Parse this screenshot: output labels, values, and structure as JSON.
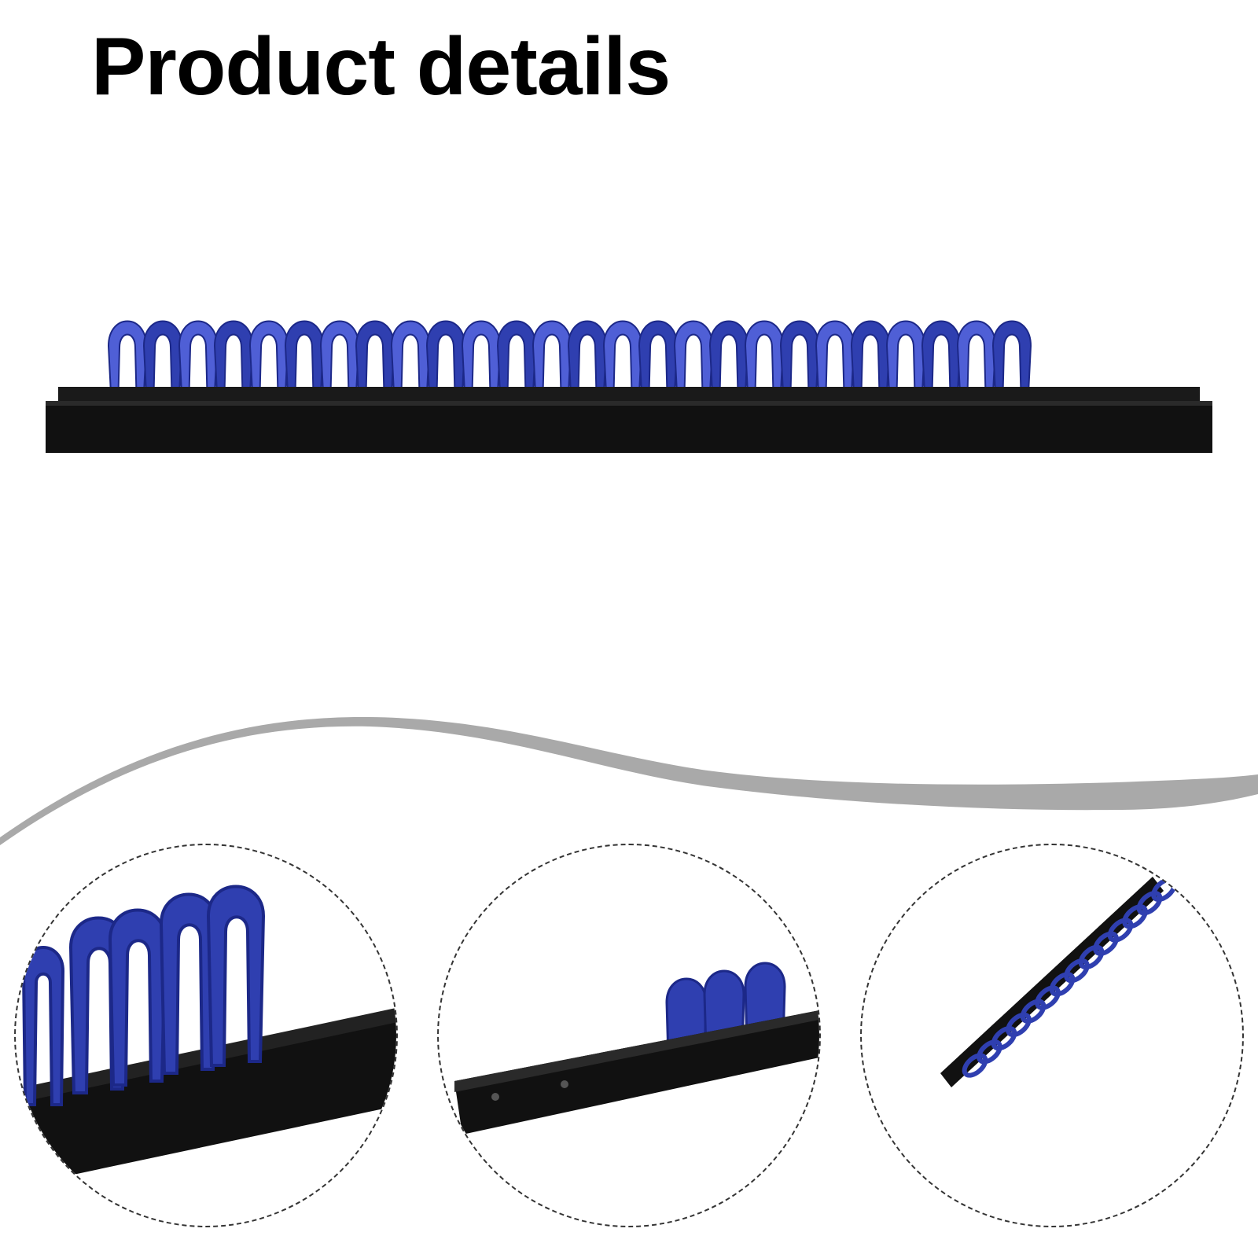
{
  "header": {
    "title": "Product details"
  },
  "images": {
    "main": {
      "name": "rail-with-clips-photo"
    },
    "details": [
      {
        "name": "clip-closeup"
      },
      {
        "name": "rail-end-holes"
      },
      {
        "name": "rail-angled-view"
      }
    ]
  },
  "colors": {
    "clip_blue": "#2f3fb0",
    "clip_highlight": "#4f5fd6",
    "rail_black": "#111111",
    "wave_gray": "#a9a9a9"
  }
}
